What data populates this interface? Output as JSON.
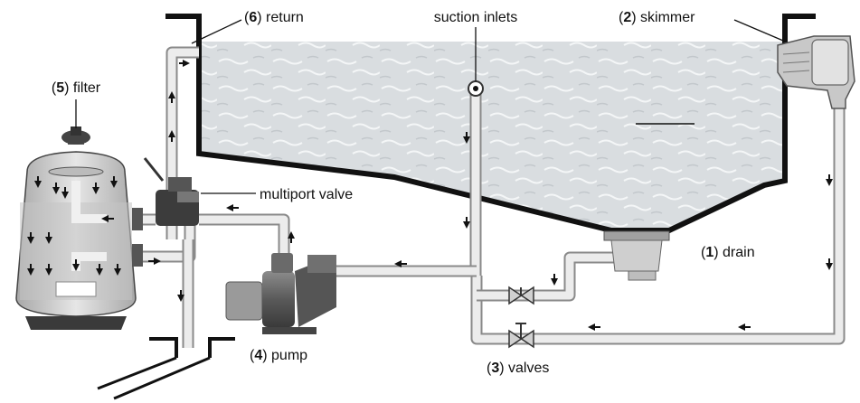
{
  "labels": {
    "return": {
      "num": "6",
      "text": "return"
    },
    "suction": {
      "text": "suction inlets"
    },
    "skimmer": {
      "num": "2",
      "text": "skimmer"
    },
    "filter": {
      "num": "5",
      "text": "filter"
    },
    "multiport": {
      "text": "multiport valve"
    },
    "drain": {
      "num": "1",
      "text": "drain"
    },
    "pump": {
      "num": "4",
      "text": "pump"
    },
    "valves": {
      "num": "3",
      "text": "valves"
    }
  },
  "colors": {
    "water": "#d9dde0",
    "water_ripple": "#f4f6f7",
    "pipe_edge": "#8a8a8a",
    "pipe_fill": "#ececec",
    "filter_body": "#d6d6d6",
    "filter_dark": "#3a3a3a",
    "pump_dark": "#4a4a4a",
    "arrow": "#111111"
  }
}
